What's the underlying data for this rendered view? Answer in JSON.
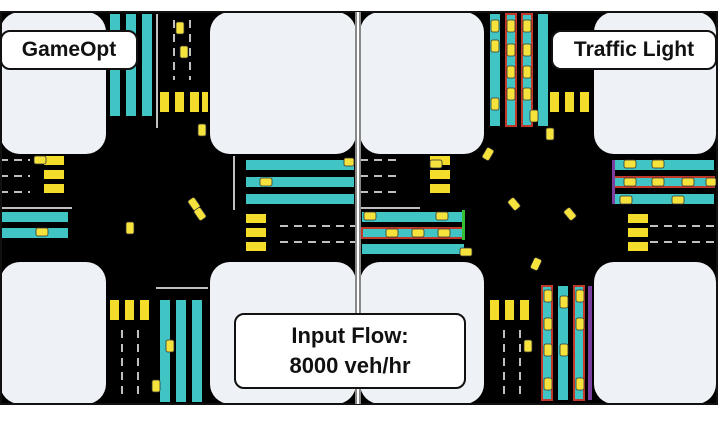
{
  "panels": {
    "left": {
      "title": "GameOpt"
    },
    "right": {
      "title": "Traffic Light"
    }
  },
  "input_flow": {
    "line1": "Input Flow:",
    "line2": "8000 veh/hr"
  },
  "colors": {
    "road": "#000000",
    "block": "#eef1f6",
    "queue": "#40c4c4",
    "crosswalk": "#f3dc2a",
    "vehicle": "#f5e23c",
    "queue_outline": "#c0392b",
    "signal_green": "#35c135",
    "signal_purple": "#7b3fa0",
    "lane_line": "#ffffff"
  }
}
